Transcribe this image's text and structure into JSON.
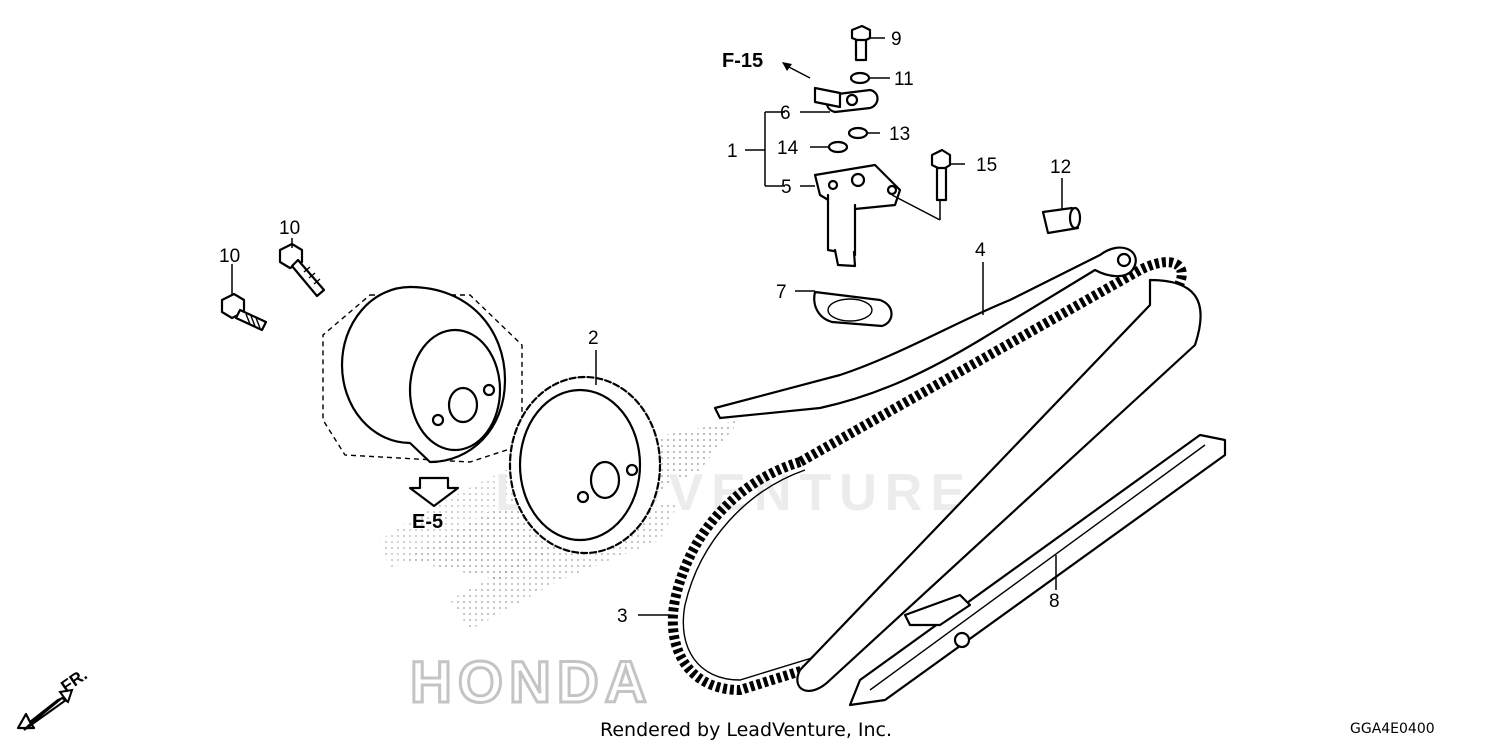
{
  "diagram": {
    "part_callouts": [
      "1",
      "2",
      "3",
      "4",
      "5",
      "6",
      "7",
      "8",
      "9",
      "10",
      "10",
      "11",
      "12",
      "13",
      "14",
      "15"
    ],
    "section_refs": [
      "F-15",
      "E-5"
    ],
    "front_indicator": "FR.",
    "watermark_text": "HONDA",
    "background_watermark_text": "LEADVENTURE"
  },
  "footer": {
    "rendered_by": "Rendered by LeadVenture, Inc.",
    "diagram_code": "GGA4E0400"
  }
}
